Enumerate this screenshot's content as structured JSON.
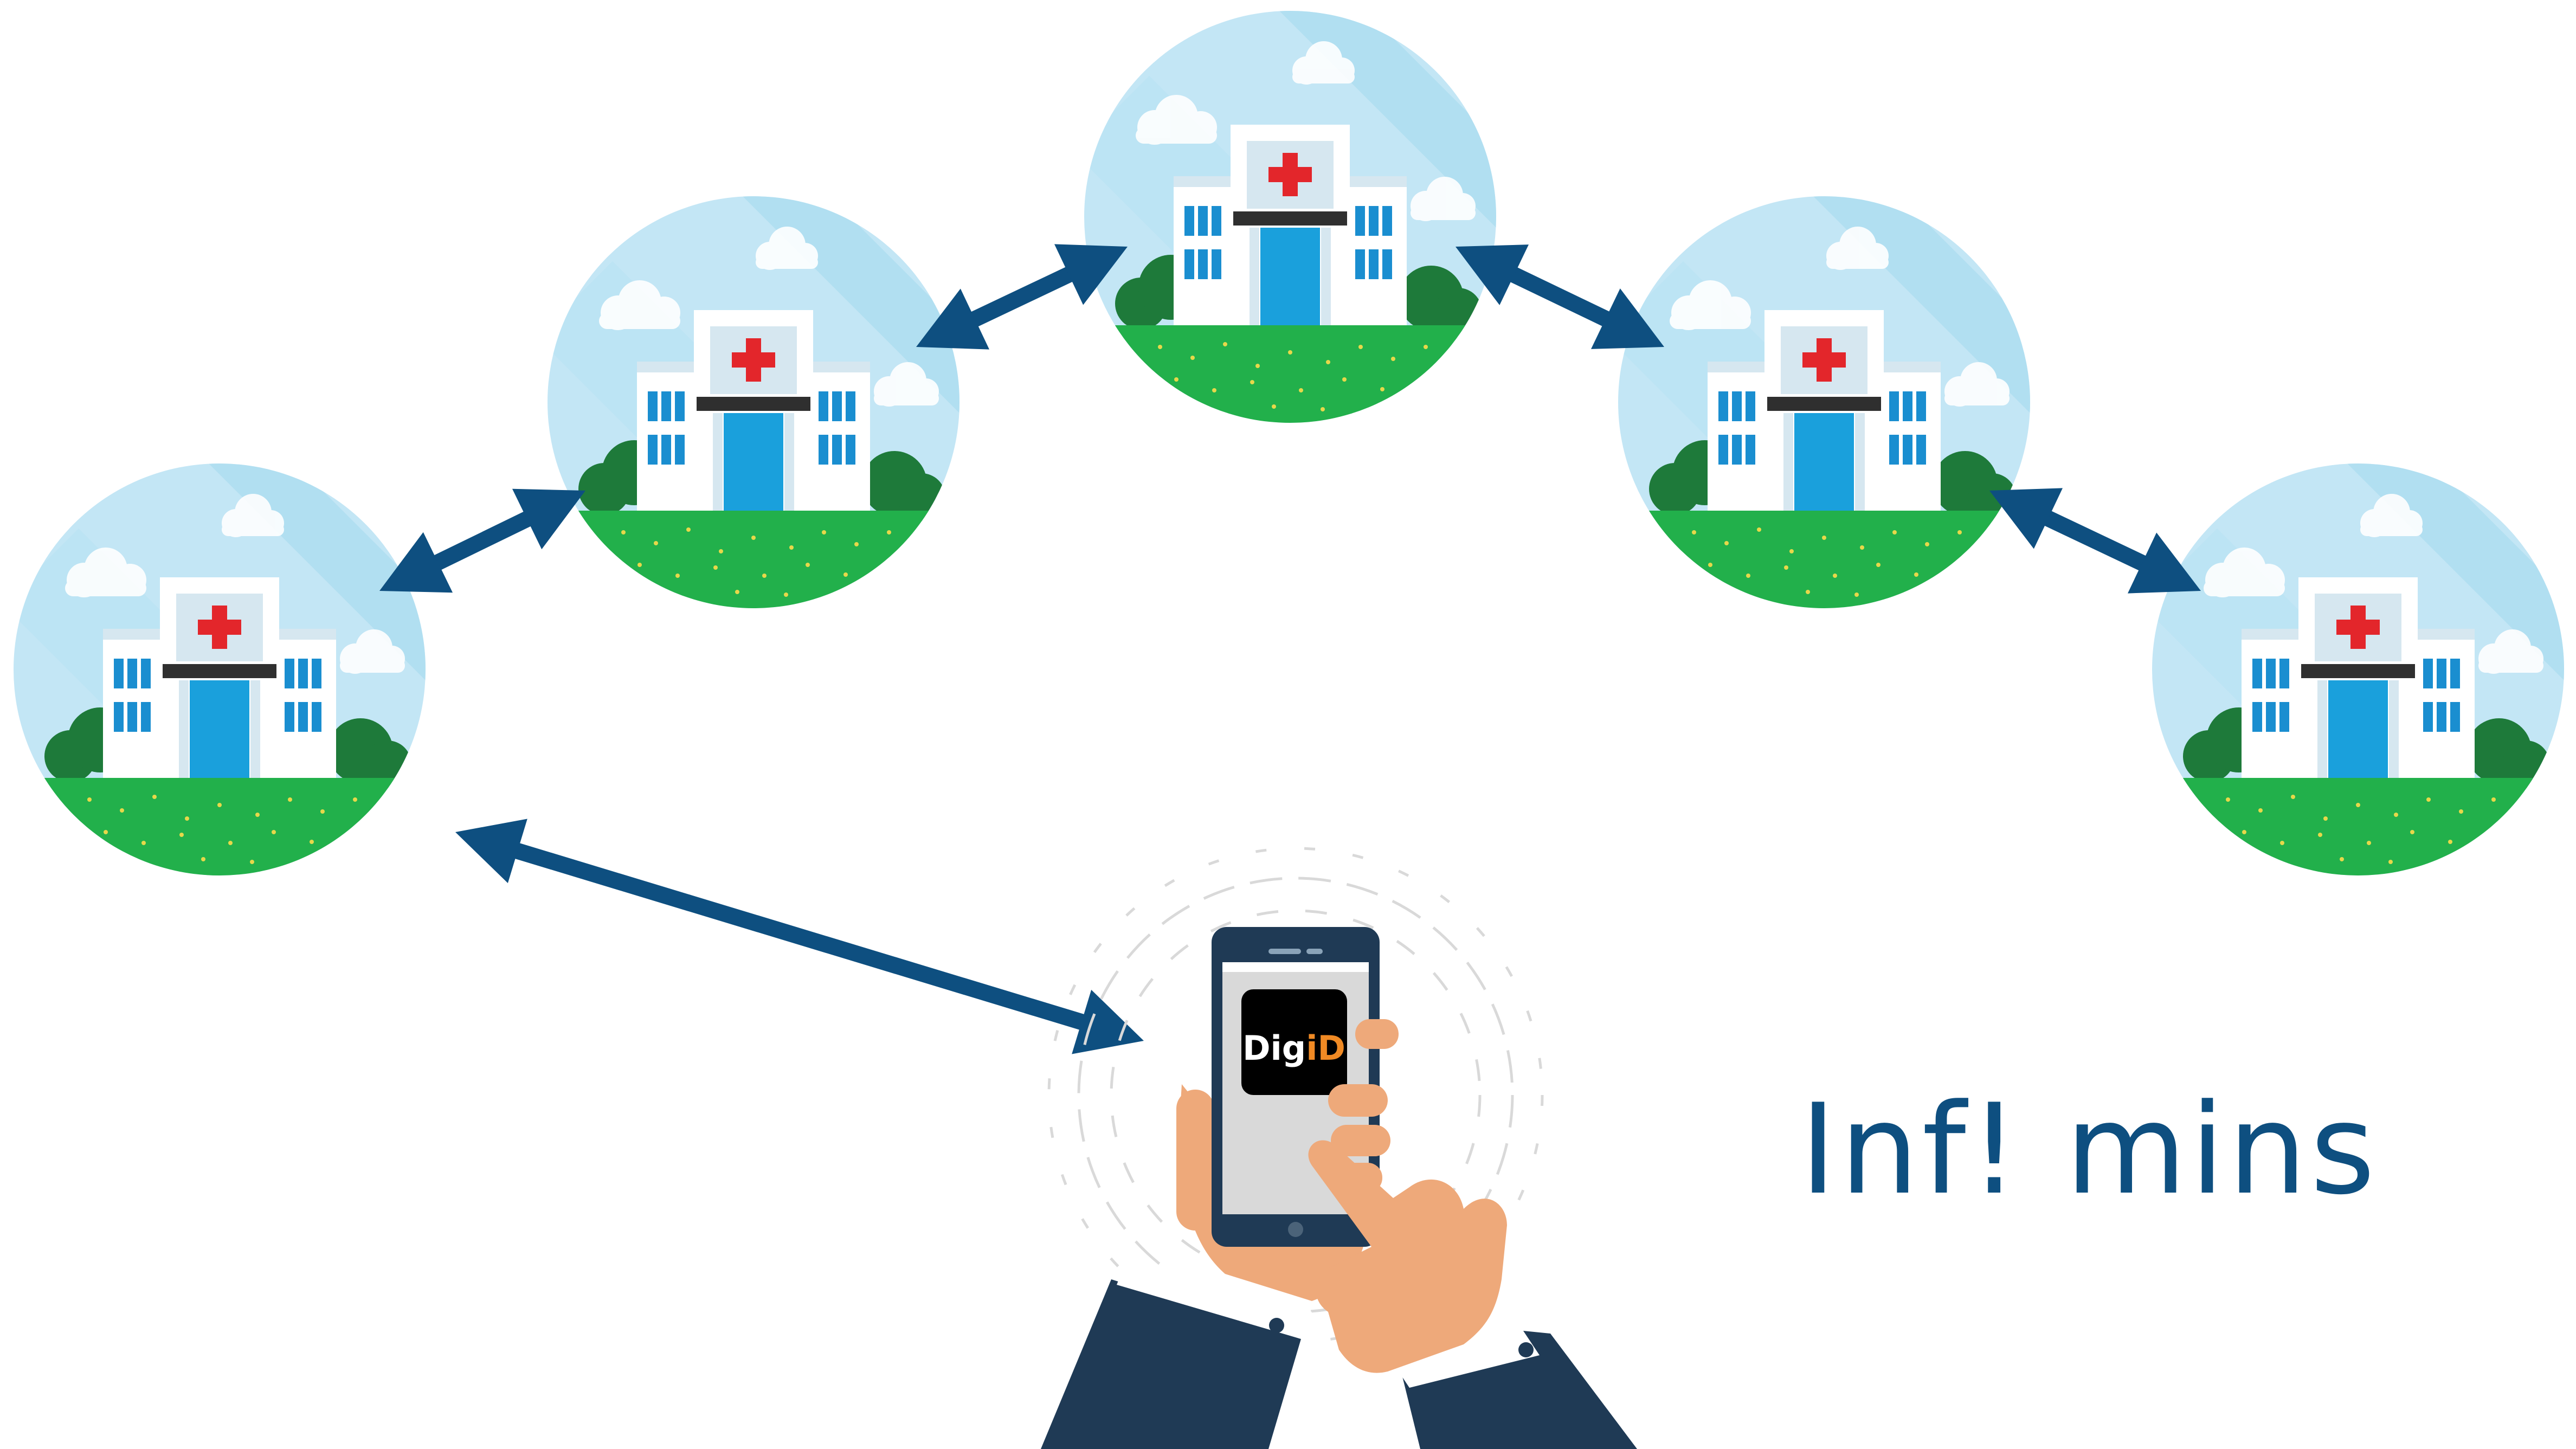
{
  "hospital_nodes": [
    {
      "id": "hospital-1"
    },
    {
      "id": "hospital-2"
    },
    {
      "id": "hospital-3"
    },
    {
      "id": "hospital-4"
    },
    {
      "id": "hospital-5"
    }
  ],
  "connections": [
    {
      "from": "phone",
      "to": "hospital-1"
    },
    {
      "from": "hospital-1",
      "to": "hospital-2"
    },
    {
      "from": "hospital-2",
      "to": "hospital-3"
    },
    {
      "from": "hospital-3",
      "to": "hospital-4"
    },
    {
      "from": "hospital-4",
      "to": "hospital-5"
    }
  ],
  "phone": {
    "app_logo_prefix": "Dig",
    "app_logo_suffix": "iD"
  },
  "caption": "Inf! mins",
  "colors": {
    "arrow": "#0e4f80",
    "sky": "#c3e6f5",
    "grass": "#22b04b",
    "cross": "#e3262b",
    "caption": "#0e4f80",
    "logo_suffix": "#f08a24",
    "sleeve": "#1f3a55",
    "skin": "#eea97a"
  },
  "icons": [
    "hospital-icon",
    "red-cross-icon",
    "smartphone-icon",
    "hand-icon",
    "double-arrow-icon"
  ]
}
